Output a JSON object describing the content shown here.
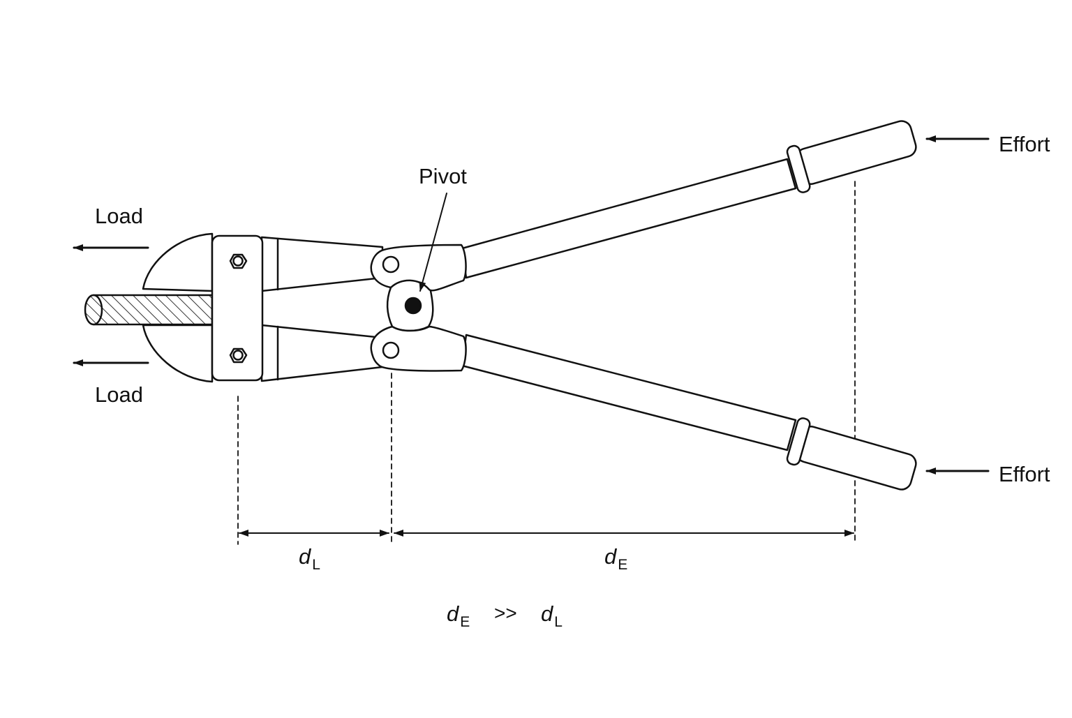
{
  "labels": {
    "load_top": "Load",
    "load_bottom": "Load",
    "pivot": "Pivot",
    "effort_top": "Effort",
    "effort_bottom": "Effort"
  },
  "dimensions": {
    "d_load": {
      "symbol": "d",
      "subscript": "L"
    },
    "d_effort": {
      "symbol": "d",
      "subscript": "E"
    }
  },
  "relation": {
    "left_symbol": "d",
    "left_subscript": "E",
    "operator": ">>",
    "right_symbol": "d",
    "right_subscript": "L"
  },
  "colors": {
    "line": "#111111",
    "background": "#ffffff",
    "fill": "#ffffff",
    "hatch": "#333333"
  }
}
